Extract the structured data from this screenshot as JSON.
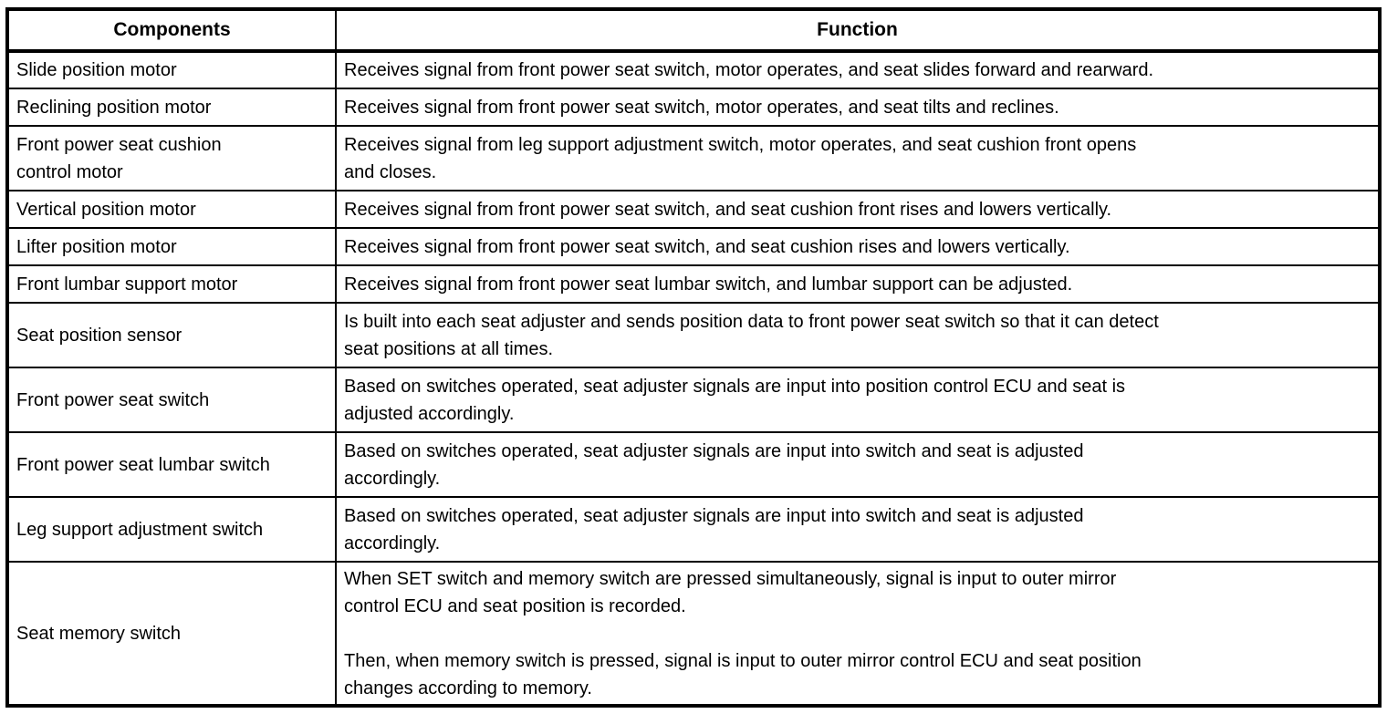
{
  "table": {
    "headers": {
      "components": "Components",
      "function": "Function"
    },
    "rows": [
      {
        "component": "Slide position motor",
        "function": "Receives signal from front power seat switch, motor operates, and seat slides forward and rearward."
      },
      {
        "component": "Reclining position motor",
        "function": "Receives signal from front power seat switch, motor operates, and seat tilts and reclines."
      },
      {
        "component": "Front power seat cushion\ncontrol motor",
        "function": "Receives signal from leg support adjustment switch, motor operates, and seat cushion front opens\nand closes."
      },
      {
        "component": "Vertical position motor",
        "function": "Receives signal from front power seat switch, and seat cushion front rises and lowers vertically."
      },
      {
        "component": "Lifter position motor",
        "function": "Receives signal from front power seat switch, and seat cushion rises and lowers vertically."
      },
      {
        "component": "Front lumbar support motor",
        "function": "Receives signal from front power seat lumbar switch, and lumbar support can be adjusted."
      },
      {
        "component": "Seat position sensor",
        "function": "Is built into each seat adjuster and sends position data to front power seat switch so that it can detect\nseat positions at all times."
      },
      {
        "component": "Front power seat switch",
        "function": "Based on switches operated, seat adjuster signals are input into position control ECU and seat is\nadjusted accordingly."
      },
      {
        "component": "Front power seat lumbar switch",
        "function": "Based on switches operated, seat adjuster signals are input into switch and seat is adjusted\naccordingly."
      },
      {
        "component": "Leg support adjustment switch",
        "function": "Based on switches operated, seat adjuster signals are input into switch and seat is adjusted\naccordingly."
      },
      {
        "component": "Seat memory switch",
        "function": "When SET switch and memory switch are pressed simultaneously, signal is input to outer mirror\ncontrol ECU and seat position is recorded.\n\nThen, when memory switch is pressed, signal is input to outer mirror control ECU and seat position\nchanges according to memory."
      }
    ],
    "colors": {
      "border": "#000000",
      "background": "#ffffff",
      "text": "#000000"
    }
  }
}
